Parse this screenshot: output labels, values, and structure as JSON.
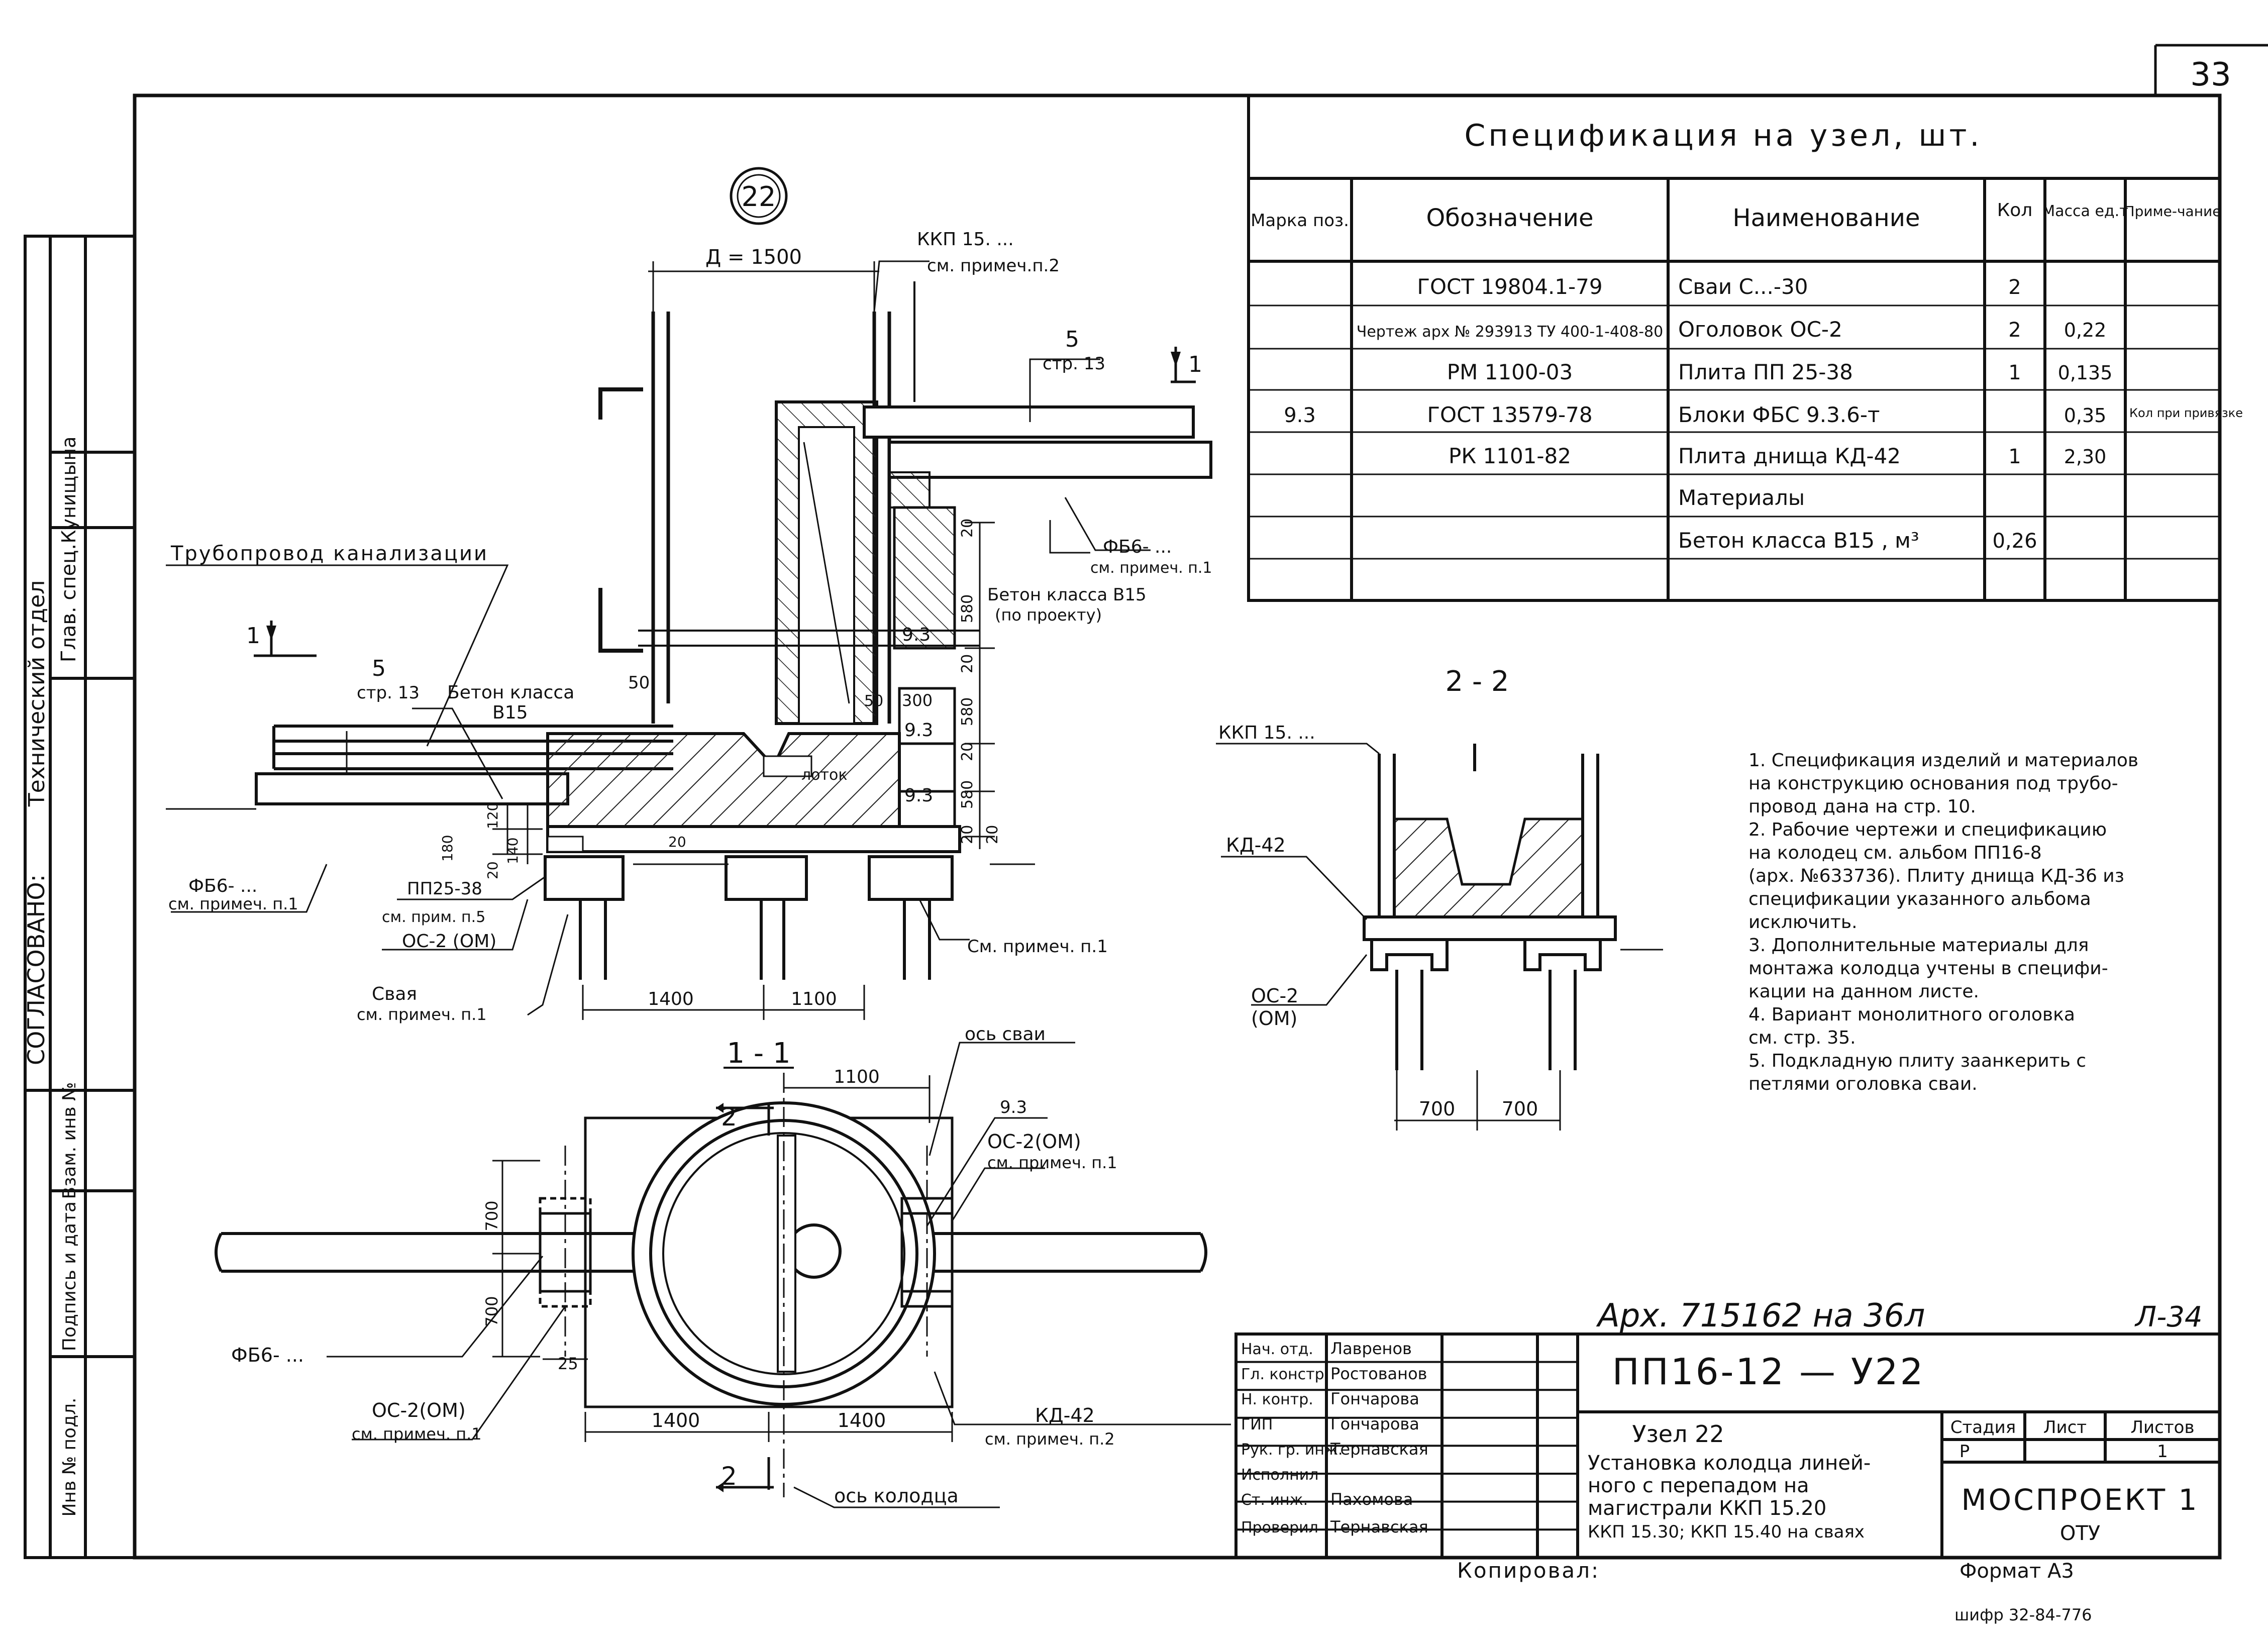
{
  "page_number": "33",
  "side_stamp": {
    "department": "Технический отдел",
    "gl_spec": "Глав. спец.",
    "gl_spec_name": "Кунищына",
    "agreed": "СОГЛАСОВАНО:",
    "inv_no": "Инв № подл.",
    "sign_date": "Подпись и дата",
    "replace_inv": "Взам. инв №"
  },
  "spec": {
    "title": "Спецификация на узел, шт.",
    "headers": [
      "Марка поз.",
      "Обозначение",
      "Наименование",
      "Кол",
      "Масса ед.т",
      "Приме-чание"
    ],
    "rows": [
      {
        "mark": "",
        "designation": "ГОСТ 19804.1-79",
        "name": "Сваи С...-30",
        "qty": "2",
        "mass": "",
        "note": ""
      },
      {
        "mark": "",
        "designation": "Чертеж арх № 293913 ТУ 400-1-408-80",
        "name": "Оголовок ОС-2",
        "qty": "2",
        "mass": "0,22",
        "note": ""
      },
      {
        "mark": "",
        "designation": "РМ 1100-03",
        "name": "Плита ПП 25-38",
        "qty": "1",
        "mass": "0,135",
        "note": ""
      },
      {
        "mark": "9.3",
        "designation": "ГОСТ 13579-78",
        "name": "Блоки ФБС 9.3.6-т",
        "qty": "",
        "mass": "0,35",
        "note": "Кол при привязке"
      },
      {
        "mark": "",
        "designation": "РК 1101-82",
        "name": "Плита днища КД-42",
        "qty": "1",
        "mass": "2,30",
        "note": ""
      },
      {
        "mark": "",
        "designation": "",
        "name": "Материалы",
        "qty": "",
        "mass": "",
        "note": ""
      },
      {
        "mark": "",
        "designation": "",
        "name": "Бетон класса В15 , м³",
        "qty": "0,26",
        "mass": "",
        "note": ""
      }
    ]
  },
  "section_main": {
    "node": "22",
    "dia": "Д = 1500",
    "kkp_top": "ККП 15. ...",
    "see_note2": "см. примеч.п.2",
    "str_ref1": "5",
    "str_ref1b": "стр. 13",
    "cut_1": "1",
    "pipe": "Трубопровод канализации",
    "str_ref2": "5",
    "str_ref2b": "стр. 13",
    "concrete_left": "Бетон класса",
    "concrete_left2": "В15",
    "d50a": "50",
    "d50b": "50",
    "d300": "300",
    "d20a": "20",
    "d20b": "20",
    "d20c": "20",
    "d20d": "20",
    "d20e": "20",
    "d580a": "580",
    "d580b": "580",
    "d580c": "580",
    "b93a": "9.3",
    "b93b": "9.3",
    "b93c": "9.3",
    "lotok": "лоток",
    "fbb_r": "ФБ6- ...",
    "fbb_r2": "см. примеч. п.1",
    "concrete_r": "Бетон класса В15",
    "concrete_r2": "(по проекту)",
    "d120": "120",
    "d180": "180",
    "d20f": "20",
    "d140": "140",
    "d20g": "20",
    "fbb_l": "ФБ6- ...",
    "fbb_l2": "см. примеч. п.1",
    "pp": "ПП25-38",
    "pp2": "см. прим. п.5",
    "os": "ОС-2 (ОМ)",
    "pile": "Свая",
    "pile2": "см. примеч. п.1",
    "see_note1": "См. примеч. п.1",
    "d1400": "1400",
    "d1100": "1100"
  },
  "section_22": {
    "title": "2 - 2",
    "kkp": "ККП 15. ...",
    "kd": "КД-42",
    "os": "ОС-2",
    "om": "(ОМ)",
    "d700a": "700",
    "d700b": "700"
  },
  "plan": {
    "title": "1 - 1",
    "cut2": "2",
    "cut2b": "2",
    "pile_axis": "ось сваи",
    "d1100": "1100",
    "b93": "9.3",
    "os_r": "ОС-2(ОМ)",
    "os_r2": "см. примеч. п.1",
    "d700a": "700",
    "d700b": "700",
    "fbb": "ФБ6- ...",
    "d25": "25",
    "os_l": "ОС-2(ОМ)",
    "os_l2": "см. примеч. п.1",
    "d1400a": "1400",
    "d1400b": "1400",
    "kd": "КД-42",
    "kd2": "см. примеч. п.2",
    "well_axis": "ось колодца"
  },
  "notes": [
    "1. Спецификация изделий и материалов",
    "на конструкцию основания под трубо-",
    "провод дана на стр. 10.",
    "2. Рабочие чертежи и спецификацию",
    "на колодец см. альбом ПП16-8",
    "(арх. №633736). Плиту днища КД-36 из",
    "спецификации указанного альбома",
    "исключить.",
    "3. Дополнительные материалы для",
    "монтажа колодца учтены в специфи-",
    "кации на данном листе.",
    "4. Вариант монолитного оголовка",
    "см. стр. 35.",
    "5. Подкладную плиту заанкерить с",
    "петлями оголовка сваи."
  ],
  "archive": "Арх. 715162 на 36л",
  "archive_l": "Л-34",
  "title_block": {
    "roles": [
      "Нач. отд.",
      "Гл. констр.",
      "Н. контр.",
      "ГИП",
      "Рук. гр. инж.",
      "Исполнил",
      "Ст. инж.",
      "Проверил"
    ],
    "names": [
      "Лавренов",
      "Ростованов",
      "Гончарова",
      "Гончарова",
      "Тернавская",
      "",
      "Пахомова",
      "Тернавская"
    ],
    "code": "ПП16-12 — У22",
    "node": "Узел 22",
    "desc": [
      "Установка колодца линей-",
      "ного с перепадом на",
      "магистрали ККП 15.20",
      "ККП 15.30; ККП 15.40 на сваях"
    ],
    "stage_h": "Стадия",
    "sheet_h": "Лист",
    "sheets_h": "Листов",
    "stage": "Р",
    "sheets": "1",
    "org": "МОСПРОЕКТ 1",
    "org2": "ОТУ",
    "copied": "Копировал:",
    "format": "Формат А3",
    "cipher": "шифр 32-84-776"
  }
}
